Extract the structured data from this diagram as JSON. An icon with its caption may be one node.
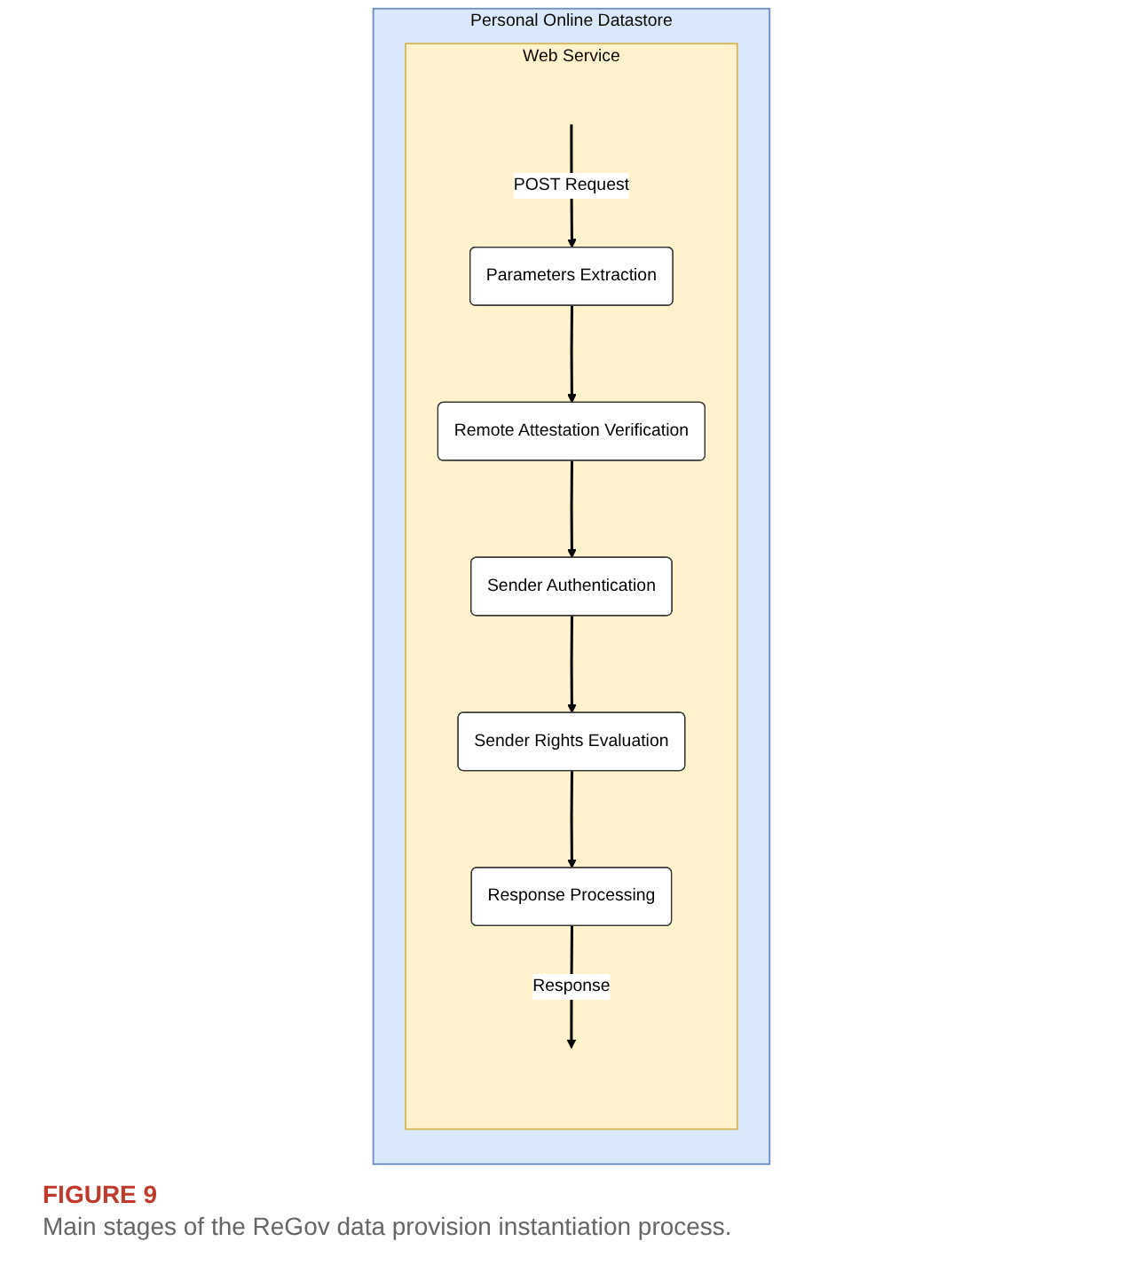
{
  "diagram": {
    "caption": "Main stages of the ReGov data provision instantiation process.",
    "nodes": [
      {
        "text": [
          "Personal Online Datastore"
        ]
      },
      {
        "text": [
          "Web Service"
        ],
        "in": 0
      },
      {
        "text": [
          "Parameters Extraction"
        ],
        "in": 1
      },
      {
        "text": [
          "Remote Attestation Verification"
        ],
        "in": 1
      },
      {
        "text": [
          "Sender Authentication"
        ],
        "in": 1
      },
      {
        "text": [
          "Sender Rights Evaluation"
        ],
        "in": 1
      },
      {
        "text": [
          "Response Processing"
        ],
        "in": 1
      }
    ],
    "edges": [
      {
        "from": null,
        "to": 2,
        "arrow": "to",
        "label": "POST Request"
      },
      {
        "from": 2,
        "to": 3,
        "arrow": "to"
      },
      {
        "from": 3,
        "to": 4,
        "arrow": "to"
      },
      {
        "from": 4,
        "to": 5,
        "arrow": "to"
      },
      {
        "from": 5,
        "to": 6,
        "arrow": "to"
      },
      {
        "from": 6,
        "to": null,
        "arrow": "to",
        "label": "Response"
      }
    ],
    "labels": [
      "FIGURE 9"
    ]
  }
}
